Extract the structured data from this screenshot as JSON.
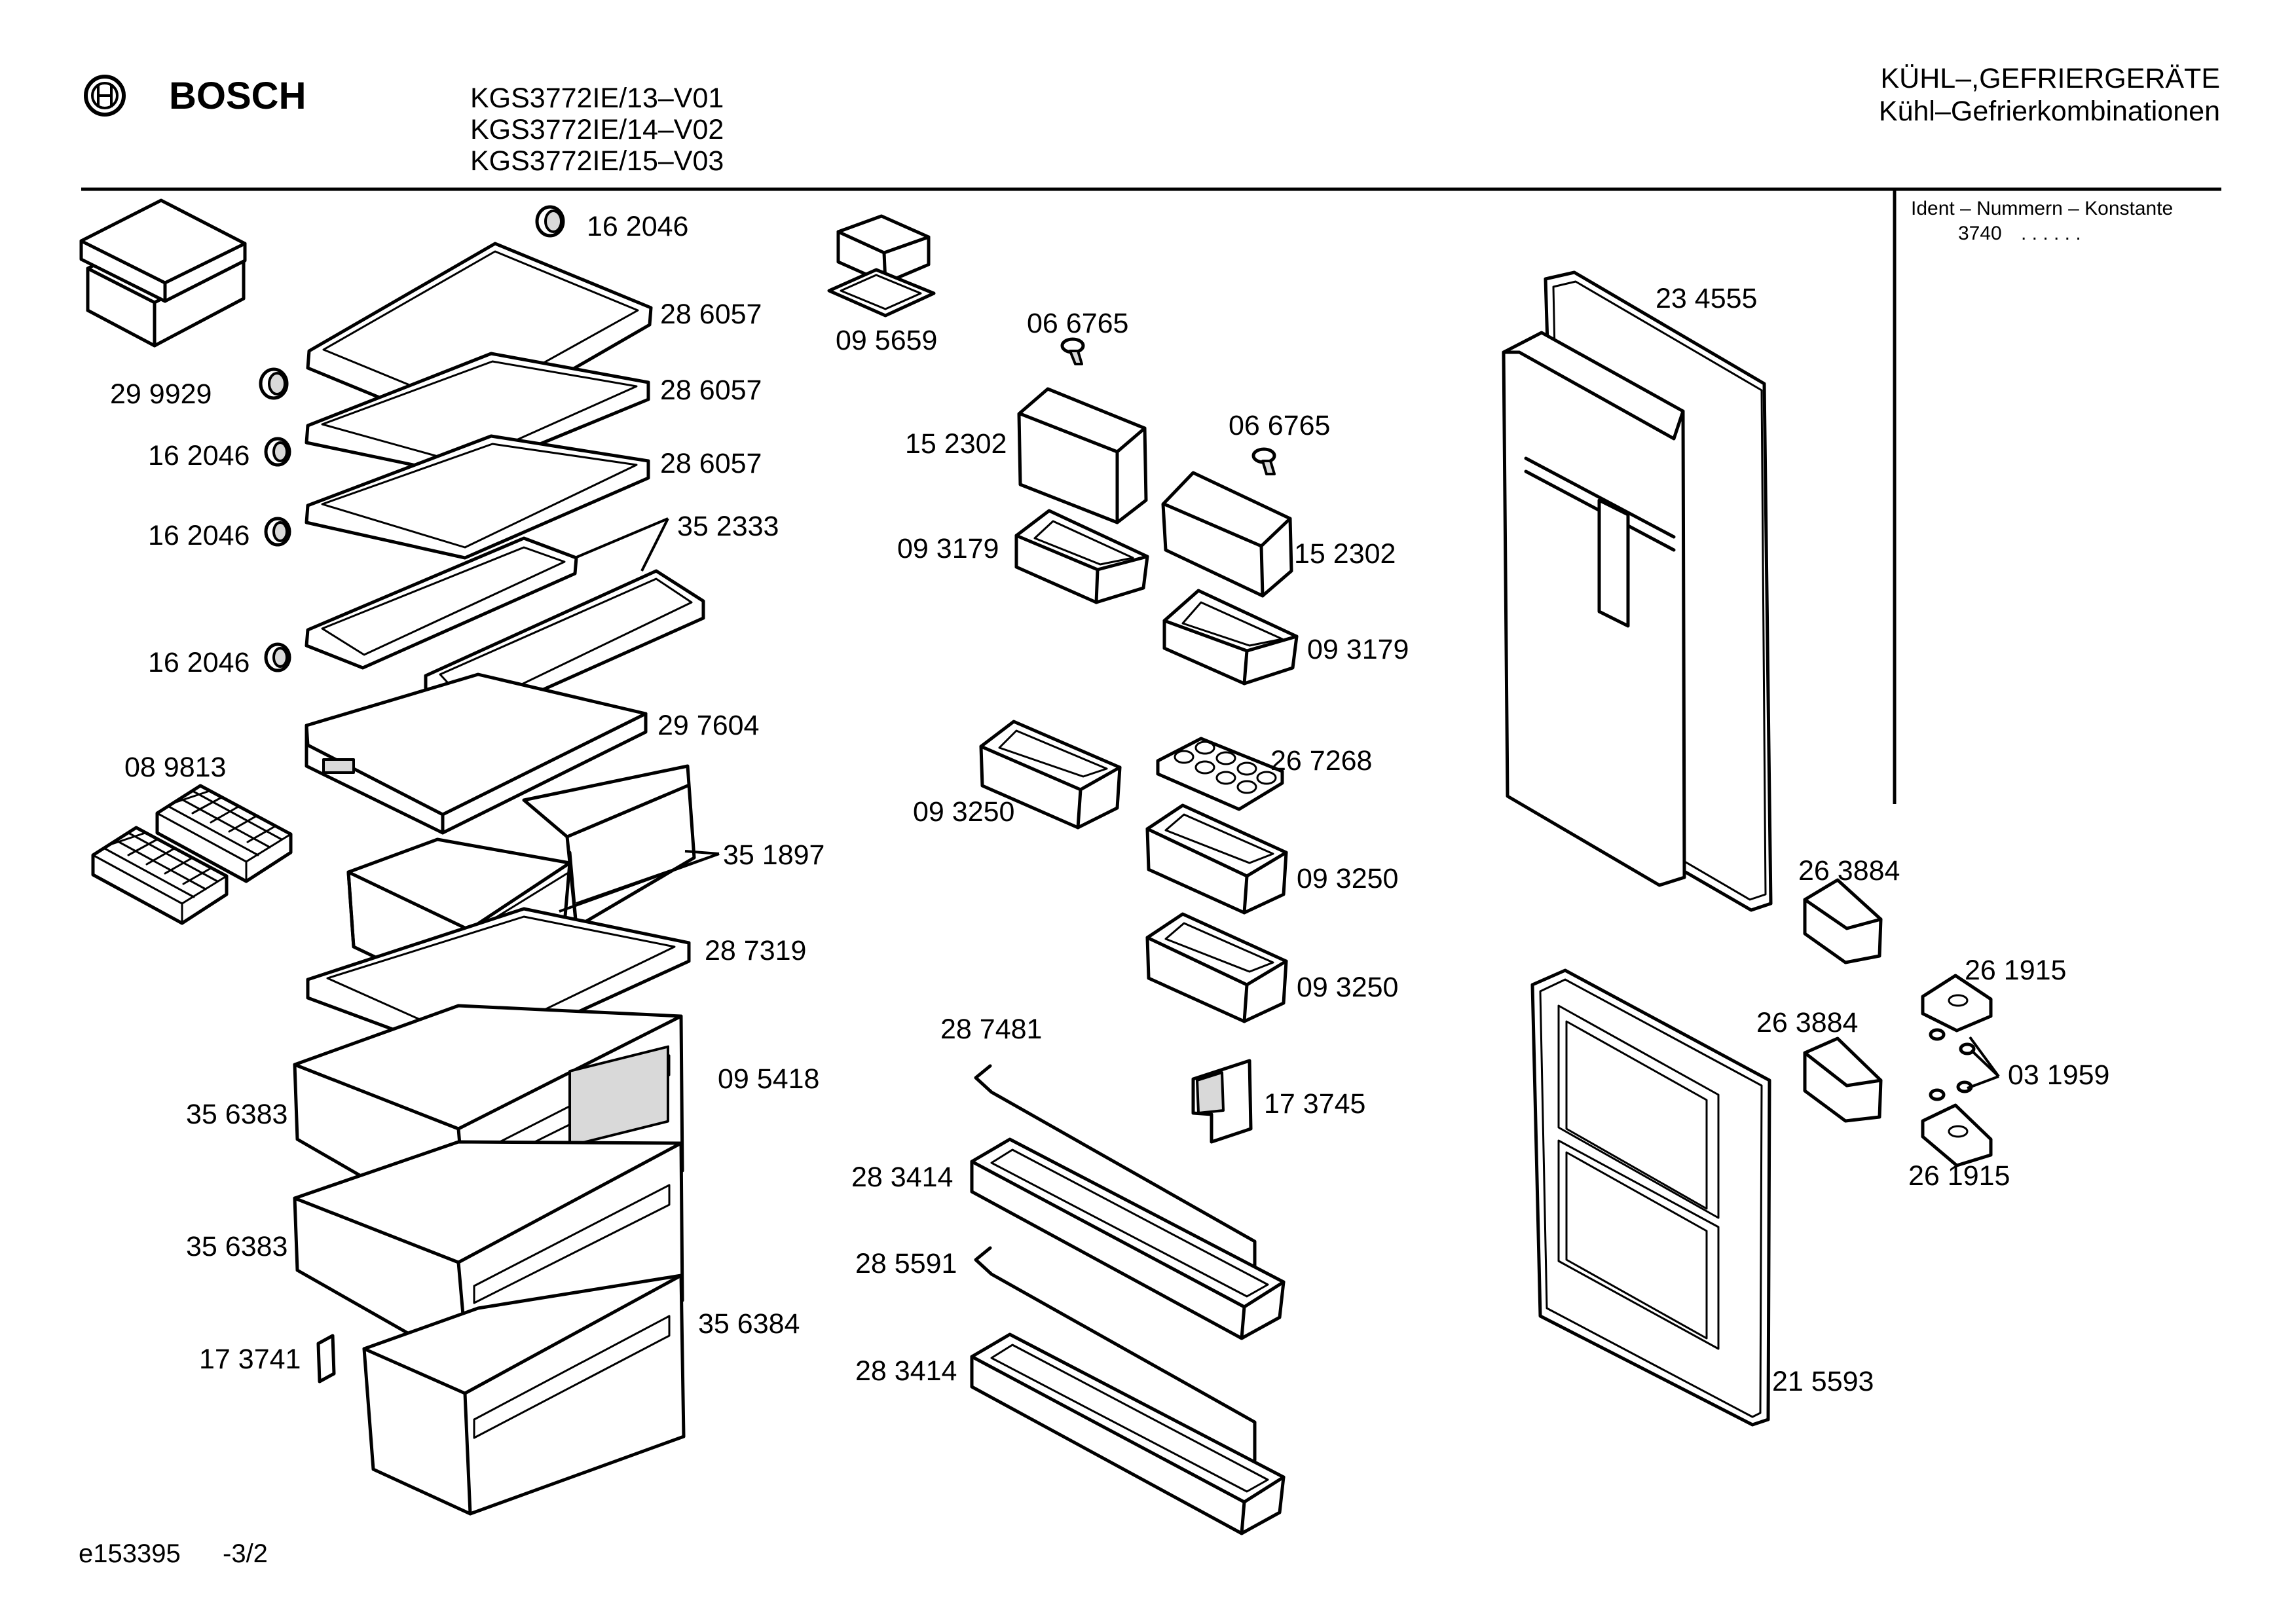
{
  "header": {
    "brand": "BOSCH",
    "models": [
      "KGS3772IE/13–V01",
      "KGS3772IE/14–V02",
      "KGS3772IE/15–V03"
    ],
    "category_line1": "KÜHL–,GEFRIERGERÄTE",
    "category_line2": "Kühl–Gefrierkombinationen"
  },
  "ident": {
    "heading": "Ident – Nummern – Konstante",
    "value": "3740",
    "dots": ". .   . . . ."
  },
  "footer": {
    "doc_id": "e153395",
    "page": "-3/2"
  },
  "parts": {
    "p162046_top": "16 2046",
    "p286057_a": "28 6057",
    "p286057_b": "28 6057",
    "p286057_c": "28 6057",
    "p299929": "29 9929",
    "p162046_a": "16 2046",
    "p162046_b": "16 2046",
    "p162046_c": "16 2046",
    "p352333": "35 2333",
    "p297604": "29 7604",
    "p089813": "08 9813",
    "p351897": "35 1897",
    "p287319": "28 7319",
    "p095418": "09 5418",
    "p356383_a": "35 6383",
    "p356383_b": "35 6383",
    "p356384": "35 6384",
    "p173741": "17 3741",
    "p095659": "09 5659",
    "p066765_a": "06 6765",
    "p152302_a": "15 2302",
    "p066765_b": "06 6765",
    "p093179_a": "09 3179",
    "p152302_b": "15 2302",
    "p093179_b": "09 3179",
    "p093250_a": "09 3250",
    "p267268": "26 7268",
    "p093250_b": "09 3250",
    "p093250_c": "09 3250",
    "p287481": "28 7481",
    "p173745": "17 3745",
    "p283414_a": "28 3414",
    "p285591": "28 5591",
    "p283414_b": "28 3414",
    "p234555": "23 4555",
    "p263884_a": "26 3884",
    "p261915_a": "26 1915",
    "p263884_b": "26 3884",
    "p031959": "03 1959",
    "p261915_b": "26 1915",
    "p215593": "21 5593"
  }
}
